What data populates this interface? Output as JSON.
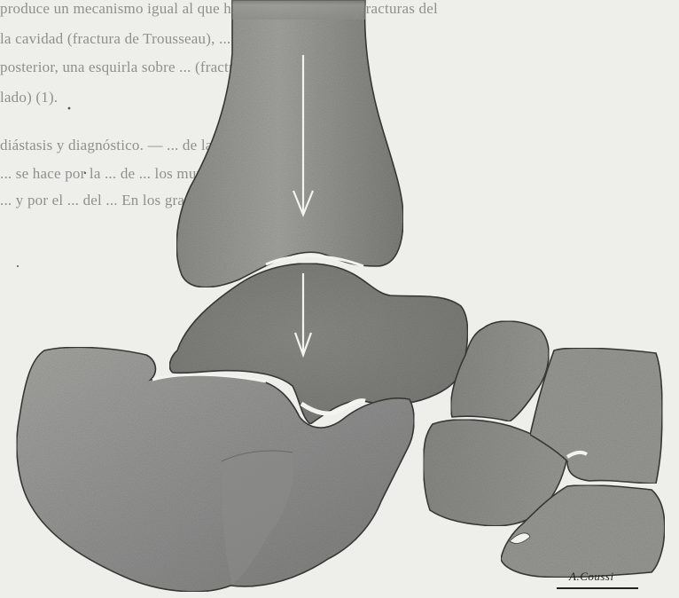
{
  "page_text": {
    "lines": [
      "produce un mecanismo igual al que hemos descrito en las fracturas del",
      "la cavidad (fractura de Trousseau), ... a nivel de los bordes",
      "posterior, una esquirla sobre ... (fractura de ...",
      "lado) (1).",
      "diástasis y diagnóstico. — ... de las fracturas del",
      "... se hace por la ... de ... los muy voluminosos",
      "... y por el ... del ... En los grados"
    ]
  },
  "figure": {
    "signature": "A.Coussi",
    "bones": [
      "tibia",
      "talus",
      "calcaneus",
      "navicular",
      "cuboid",
      "cuneiforms"
    ],
    "arrows": 2
  },
  "colors": {
    "paper": "#eeeeea",
    "bone_dark": "#7a7a78",
    "bone_mid": "#9a9a96",
    "bone_light": "#b8b8b4",
    "outline": "#3a3a38"
  }
}
